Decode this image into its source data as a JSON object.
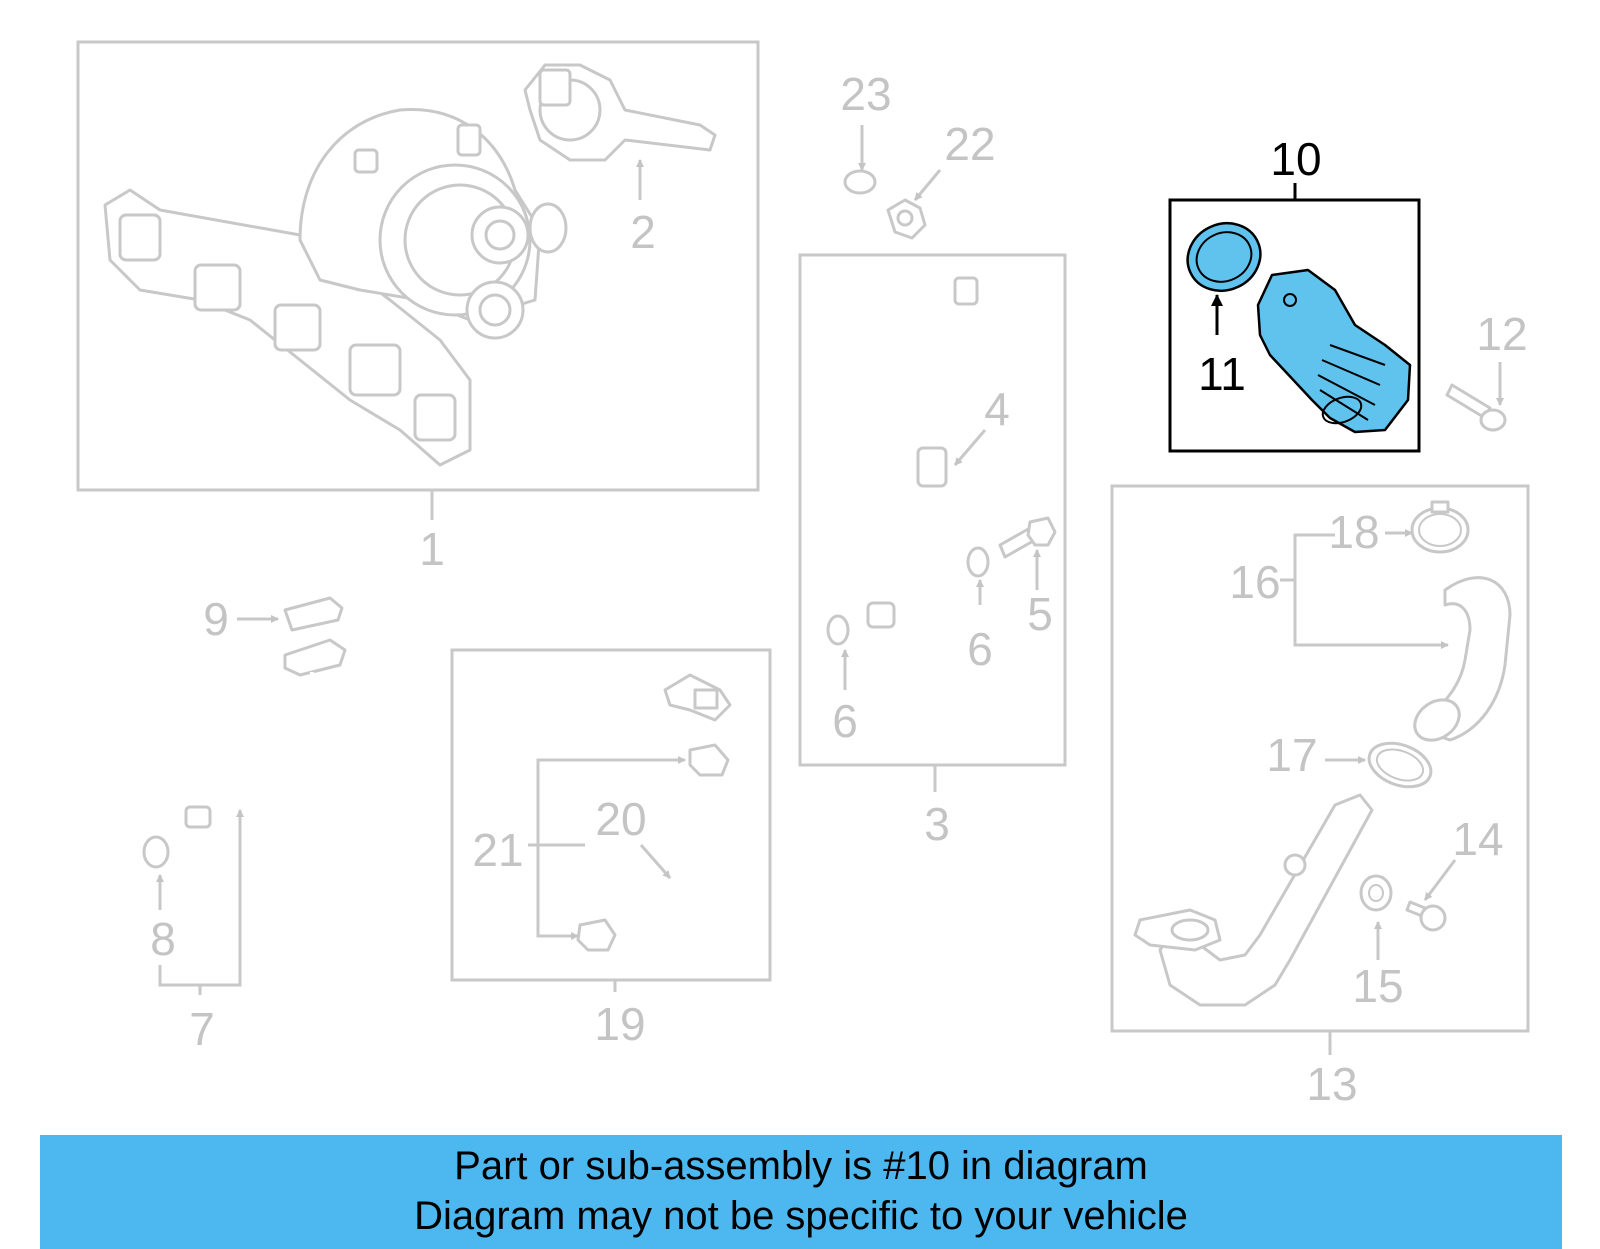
{
  "callouts": {
    "c1": "1",
    "c2": "2",
    "c3": "3",
    "c4": "4",
    "c5": "5",
    "c6a": "6",
    "c6b": "6",
    "c7": "7",
    "c8": "8",
    "c9": "9",
    "c10": "10",
    "c11": "11",
    "c12": "12",
    "c13": "13",
    "c14": "14",
    "c15": "15",
    "c16": "16",
    "c17": "17",
    "c18": "18",
    "c19": "19",
    "c20": "20",
    "c21": "21",
    "c22": "22",
    "c23": "23"
  },
  "highlight": {
    "part_number": "10",
    "color": "#4db8ef"
  },
  "banner": {
    "line1": "Part or sub-assembly is #10 in diagram",
    "line2": "Diagram may not be specific to your vehicle"
  }
}
